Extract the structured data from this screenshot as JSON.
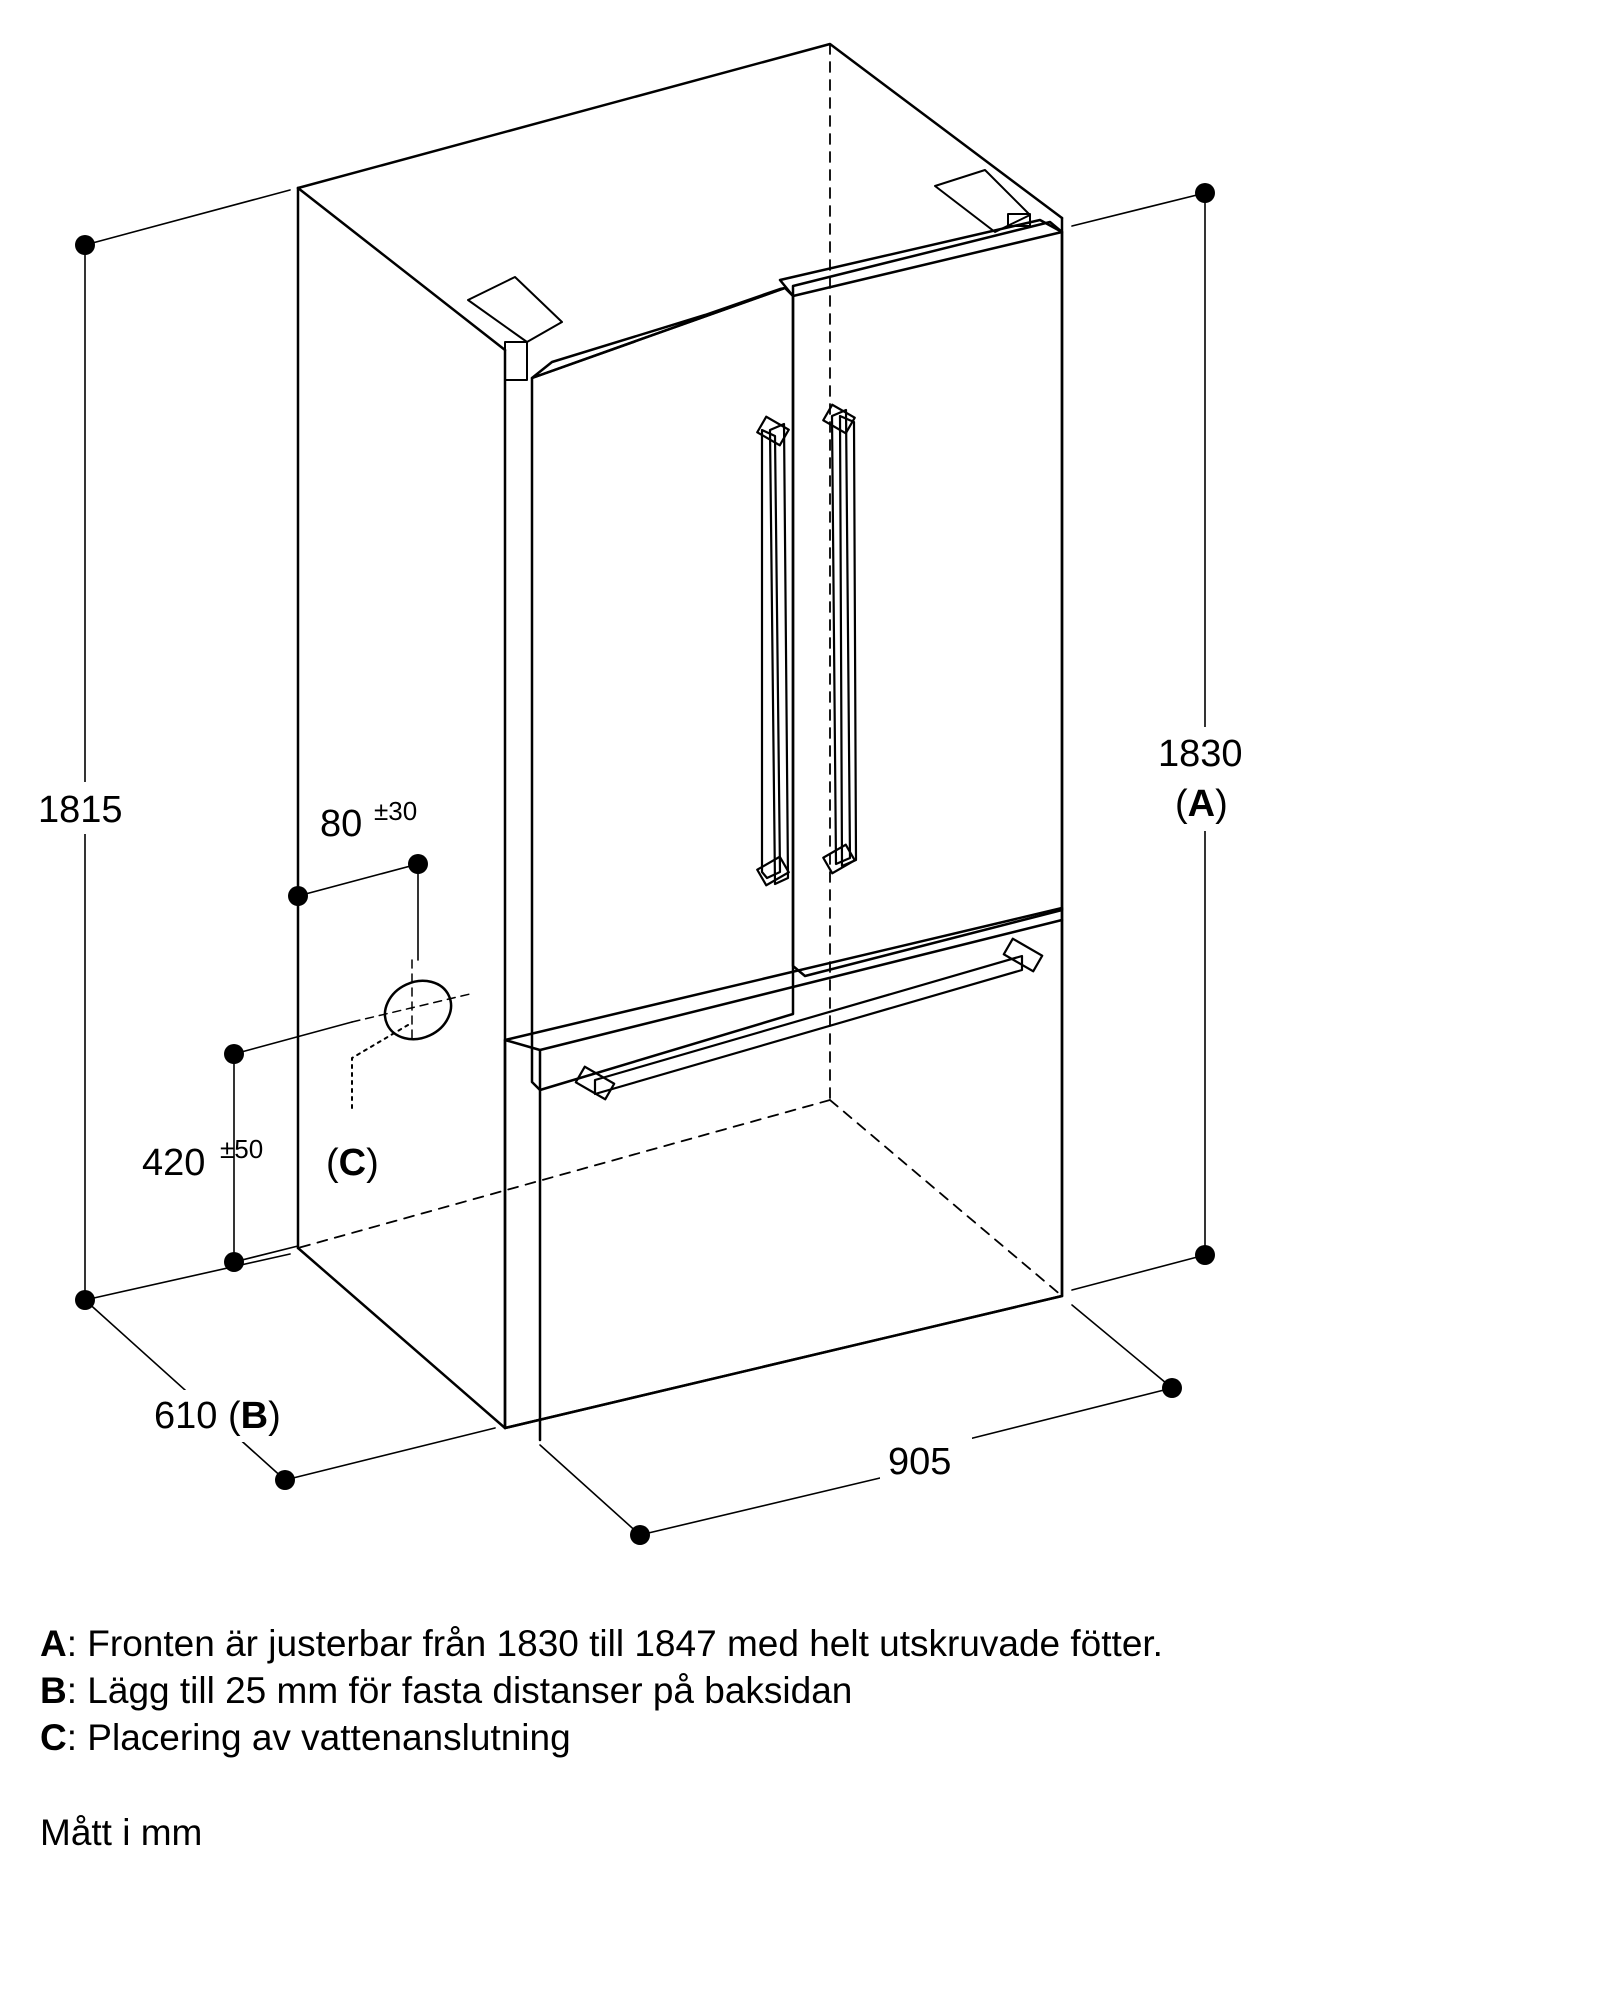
{
  "dimensions": {
    "height_side": "1815",
    "height_front": "1830",
    "height_front_note": "A",
    "depth": "610",
    "depth_note": "B",
    "width": "905",
    "water_offset": "80",
    "water_offset_tol": "±30",
    "water_height": "420",
    "water_height_tol": "±50",
    "water_note": "C"
  },
  "legend": [
    {
      "key": "A",
      "text": "Fronten är justerbar från 1830 till 1847 med helt utskruvade fötter."
    },
    {
      "key": "B",
      "text": "Lägg till 25 mm för fasta distanser på baksidan"
    },
    {
      "key": "C",
      "text": "Placering av vattenanslutning"
    }
  ],
  "units": "Mått i mm"
}
